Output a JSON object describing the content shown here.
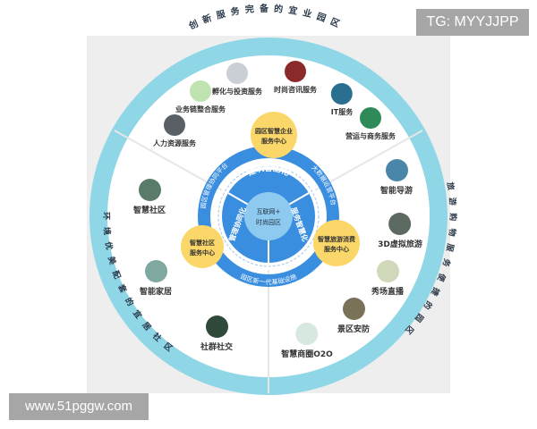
{
  "watermarks": {
    "top_right": "TG: MYYJJPP",
    "bottom_left": "www.51pggw.com"
  },
  "colors": {
    "outer_ring": "#8fd6e6",
    "mid_ring": "#3a8ee0",
    "inner_disc": "#3a8ee0",
    "core": "#8ec9f0",
    "hub": "#fbd76a",
    "panel": "#eeeeee"
  },
  "outer_ring": {
    "top_label": "创新服务完备的宜业园区",
    "right_label": "旅游购物服务便捷的园区",
    "left_label": "环境优美配套的宜居社区"
  },
  "core": {
    "label_line1": "互联网+",
    "label_line2": "时尚园区"
  },
  "inner_sectors": [
    "建筑智能化",
    "服务智慧化",
    "管理协同化"
  ],
  "mid_ring_labels": [
    "园区管理协同平台",
    "大数据运营平台",
    "园区新一代基础设施"
  ],
  "hubs": [
    {
      "line1": "园区智慧企业",
      "line2": "服务中心"
    },
    {
      "line1": "智慧社区",
      "line2": "服务中心"
    },
    {
      "line1": "智慧旅游消费",
      "line2": "服务中心"
    }
  ],
  "sections": {
    "business": [
      {
        "label": "孵化与投资服务",
        "icon": "incubation-icon",
        "color": "#c9cfd4"
      },
      {
        "label": "时尚咨讯服务",
        "icon": "fashion-news-icon",
        "color": "#8c2a2a"
      },
      {
        "label": "业务链整合服务",
        "icon": "business-chain-icon",
        "color": "#bfe3b0"
      },
      {
        "label": "IT服务",
        "icon": "it-service-icon",
        "color": "#2a6f8f"
      },
      {
        "label": "营运与商务服务",
        "icon": "globe-icon",
        "color": "#2f8a5a"
      },
      {
        "label": "人力资源服务",
        "icon": "people-icon",
        "color": "#5a5f66"
      }
    ],
    "community": [
      {
        "label": "智慧社区",
        "icon": "community-icon",
        "color": "#5a7a6a"
      },
      {
        "label": "智能家居",
        "icon": "smart-home-icon",
        "color": "#7fa8a0"
      },
      {
        "label": "社群社交",
        "icon": "social-icon",
        "color": "#2f4a3a"
      }
    ],
    "tourism": [
      {
        "label": "智能导游",
        "icon": "guide-icon",
        "color": "#4a86a8"
      },
      {
        "label": "3D虚拟旅游",
        "icon": "virtual-tour-icon",
        "color": "#5c6a62"
      },
      {
        "label": "秀场直播",
        "icon": "live-show-icon",
        "color": "#cfd8b8"
      },
      {
        "label": "景区安防",
        "icon": "security-icon",
        "color": "#7a7258"
      },
      {
        "label": "智慧商圈O2O",
        "icon": "o2o-icon",
        "color": "#d6e8e0"
      }
    ]
  }
}
